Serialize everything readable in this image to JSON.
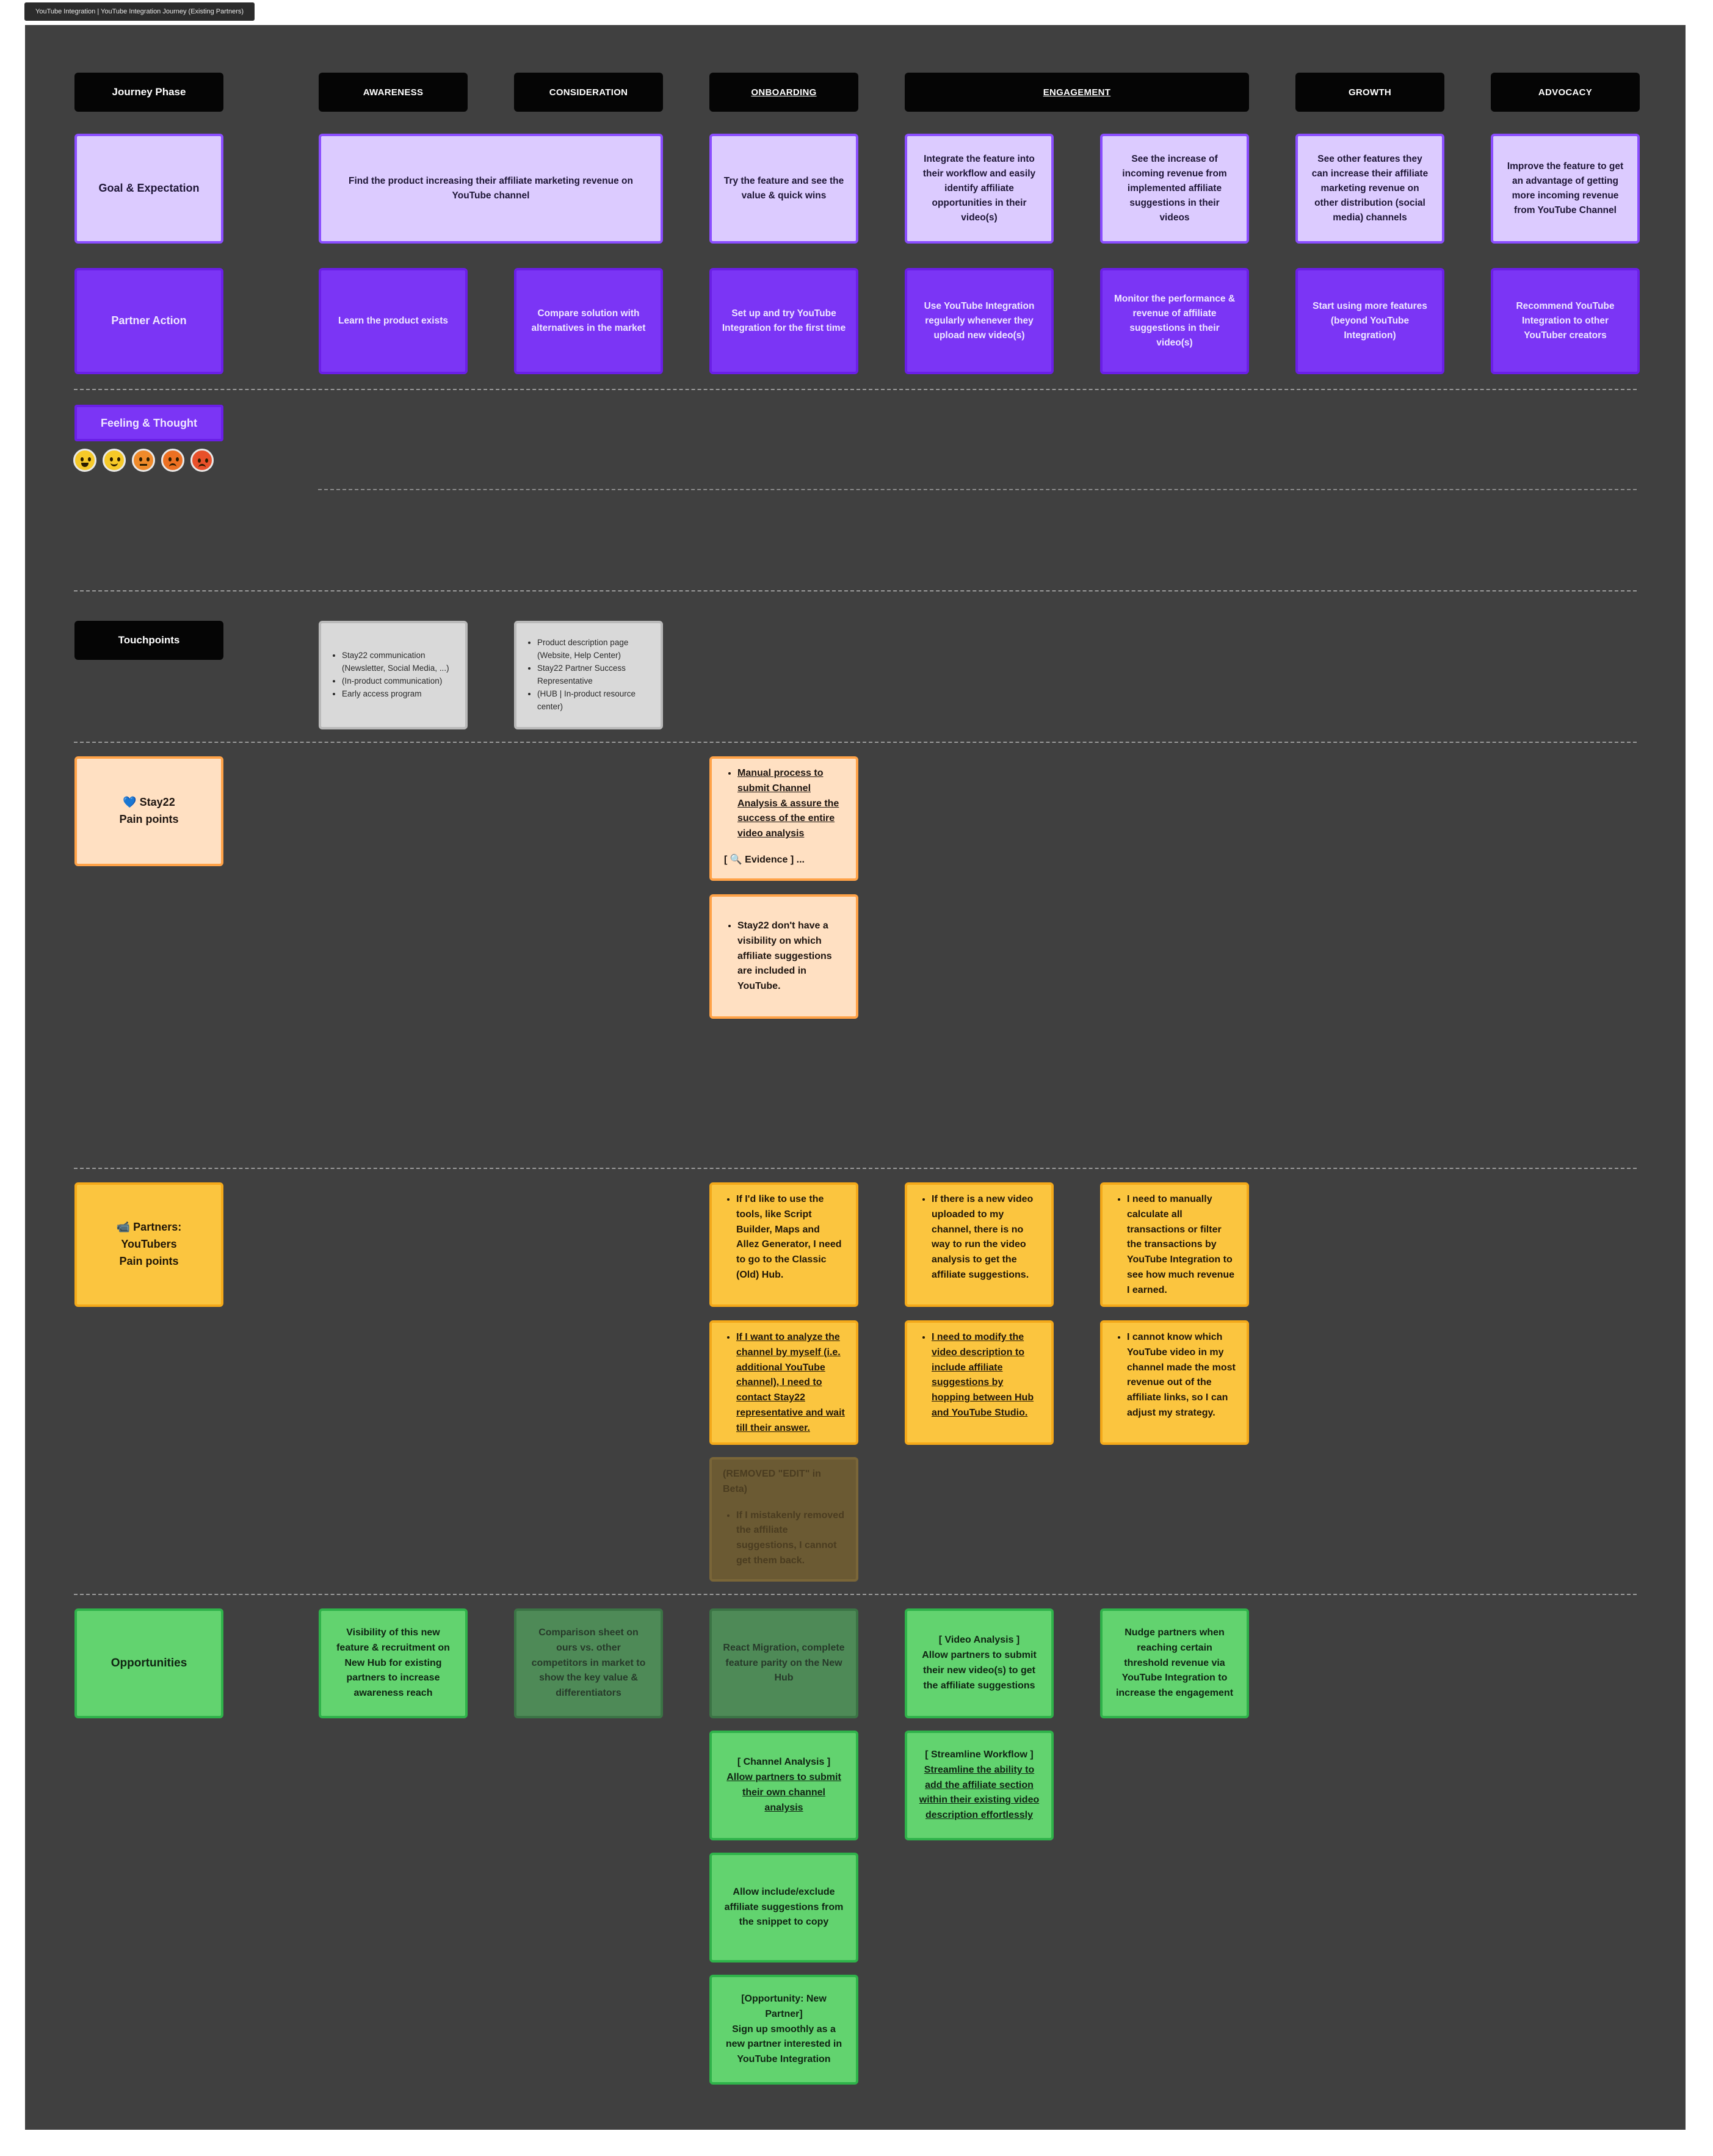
{
  "frame": {
    "title": "YouTube Integration | YouTube Integration Journey (Existing Partners)"
  },
  "rows": {
    "journey_phase": "Journey Phase",
    "goal": "Goal & Expectation",
    "action": "Partner Action",
    "feeling": "Feeling & Thought",
    "touchpoints": "Touchpoints",
    "stay22_pain": "💙 Stay22\nPain points",
    "partner_pain": "📹 Partners: YouTubers\nPain points",
    "opportunities": "Opportunities"
  },
  "phases": [
    "AWARENESS",
    "CONSIDERATION",
    "ONBOARDING",
    "ENGAGEMENT",
    "GROWTH",
    "ADVOCACY"
  ],
  "goals": [
    "Find the product increasing their affiliate marketing revenue on YouTube channel",
    "Try the feature and see the value & quick wins",
    "Integrate the feature into their workflow and easily identify affiliate opportunities in their video(s)",
    "See the increase of incoming revenue from implemented affiliate suggestions in their videos",
    "See other features they can increase their affiliate marketing revenue on other distribution (social media) channels",
    "Improve the feature to get an advantage of getting more incoming revenue from YouTube Channel"
  ],
  "actions": [
    "Learn the product exists",
    "Compare solution with alternatives in the market",
    "Set up and try YouTube Integration for the first time",
    "Use YouTube Integration regularly whenever they upload new video(s)",
    "Monitor the performance & revenue of affiliate suggestions in their video(s)",
    "Start using more features (beyond YouTube Integration)",
    "Recommend YouTube Integration to other YouTuber creators"
  ],
  "feelings": [
    {
      "name": "grinning",
      "color": "#f6c928"
    },
    {
      "name": "slight-smile",
      "color": "#f6c928"
    },
    {
      "name": "neutral",
      "color": "#ef8a2a"
    },
    {
      "name": "frowning",
      "color": "#ec7022"
    },
    {
      "name": "angry",
      "color": "#e8502a"
    }
  ],
  "touchpoints": {
    "awareness": [
      "Stay22 communication (Newsletter, Social Media, ...)",
      "(In-product communication)",
      "Early access program"
    ],
    "consideration": [
      "Product description page (Website, Help Center)",
      "Stay22 Partner Success Representative",
      "(HUB | In-product resource center)"
    ]
  },
  "stay22_pain": {
    "onboarding_1": "Manual process to submit Channel Analysis & assure the success of the entire video analysis",
    "onboarding_1_evidence": "[ 🔍 Evidence ] ...",
    "onboarding_2": "Stay22 don't have a visibility on which affiliate suggestions are included in YouTube."
  },
  "partner_pain": {
    "onboarding_1": "If I'd like to use the tools, like Script Builder, Maps and Allez Generator, I need to go to the Classic (Old) Hub.",
    "onboarding_2": "If I want to analyze the channel by myself (i.e. additional YouTube channel), I need to contact Stay22 representative and wait till their answer.",
    "removed_title": "(REMOVED \"EDIT\" in Beta)",
    "removed_item": "If I mistakenly removed the affiliate suggestions, I cannot get them back.",
    "engagement_a1": "If there is a new video uploaded to my channel, there is no way to run the video analysis to get the affiliate suggestions.",
    "engagement_a2": "I need to modify the video description to include affiliate suggestions by hopping between Hub and YouTube Studio.",
    "engagement_b1": "I need to manually calculate all transactions or filter the transactions by YouTube Integration to see how much revenue I earned.",
    "engagement_b2": "I cannot know which YouTube video in my channel made the most revenue out of the affiliate links, so I can adjust my strategy."
  },
  "opportunities": {
    "awareness": "Visibility of this new feature & recruitment on New Hub for existing partners to increase awareness reach",
    "consideration": "Comparison sheet on ours vs. other competitors in market to show the key value & differentiators",
    "onboarding_1": "React Migration, complete feature parity on the New Hub",
    "onboarding_2_title": "[ Channel Analysis ]",
    "onboarding_2_body": "Allow partners to submit their own channel analysis",
    "onboarding_3": "Allow include/exclude affiliate suggestions from the snippet to copy",
    "onboarding_4_title": "[Opportunity: New Partner]",
    "onboarding_4_body": "Sign up smoothly as a new partner interested in YouTube Integration",
    "engagement_a1_title": "[ Video Analysis ]",
    "engagement_a1_body": "Allow partners to submit their new video(s) to get the affiliate suggestions",
    "engagement_a2_title": "[ Streamline Workflow ]",
    "engagement_a2_body": "Streamline the ability to add the affiliate section within their existing video description effortlessly",
    "engagement_b1": "Nudge partners when reaching certain threshold revenue via YouTube Integration to increase the engagement"
  }
}
